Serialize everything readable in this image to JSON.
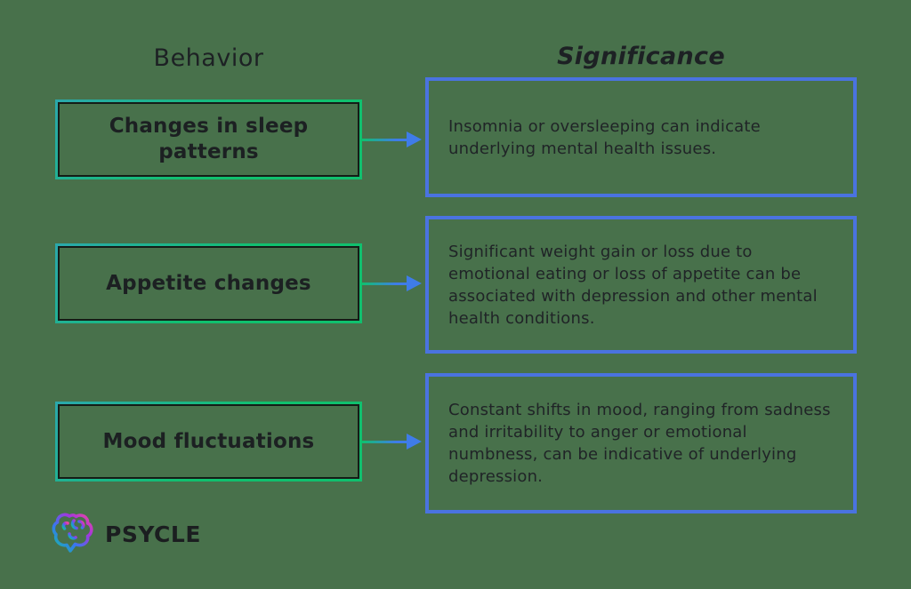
{
  "headers": {
    "behavior": "Behavior",
    "significance": "Significance"
  },
  "rows": [
    {
      "behavior": "Changes in sleep patterns",
      "significance": "Insomnia or oversleeping can indicate underlying mental health issues."
    },
    {
      "behavior": "Appetite changes",
      "significance": "Significant weight gain or loss due to emotional eating or loss of appetite can be associated with depression and other mental health conditions."
    },
    {
      "behavior": "Mood fluctuations",
      "significance": "Constant shifts in mood, ranging from sadness and irritability to anger or emotional numbness, can be indicative of underlying depression."
    }
  ],
  "logo": {
    "text": "PSYCLE",
    "icon": "brain-gradient-icon"
  },
  "colors": {
    "background": "#48714b",
    "behavior_border_teal": "#2ba8ac",
    "behavior_border_green": "#10c06e",
    "behavior_inner_line": "#151c17",
    "significance_border_blue": "#4a73e0",
    "arrow_green": "#10c06e",
    "arrow_blue": "#3f7ce8",
    "text_dark": "#202427"
  }
}
